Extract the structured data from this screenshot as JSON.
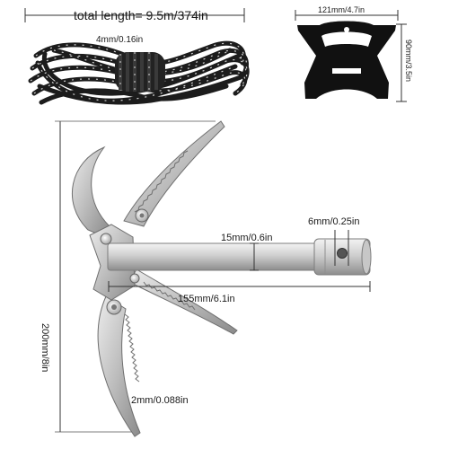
{
  "labels": {
    "total_length": "total length= 9.5m/374in",
    "rope_diameter": "4mm/0.16in",
    "bracket_width": "121mm/4.7in",
    "bracket_height": "90mm/3.5in",
    "hole_diameter": "6mm/0.25in",
    "shaft_diameter": "15mm/0.6in",
    "shaft_length": "155mm/6.1in",
    "total_height": "200mm/8in",
    "blade_thickness": "2mm/0.088in"
  },
  "colors": {
    "rope": "#1c1c1c",
    "rope_fleck": "#cfcfcf",
    "steel_light": "#e2e2e2",
    "steel_mid": "#b3b3b3",
    "steel_dark": "#7a7a7a",
    "bracket": "#111111",
    "dimension_line": "#333333"
  },
  "icons": [
    "rope-coil-icon",
    "rope-winder-bracket-icon",
    "grappling-hook-icon"
  ]
}
